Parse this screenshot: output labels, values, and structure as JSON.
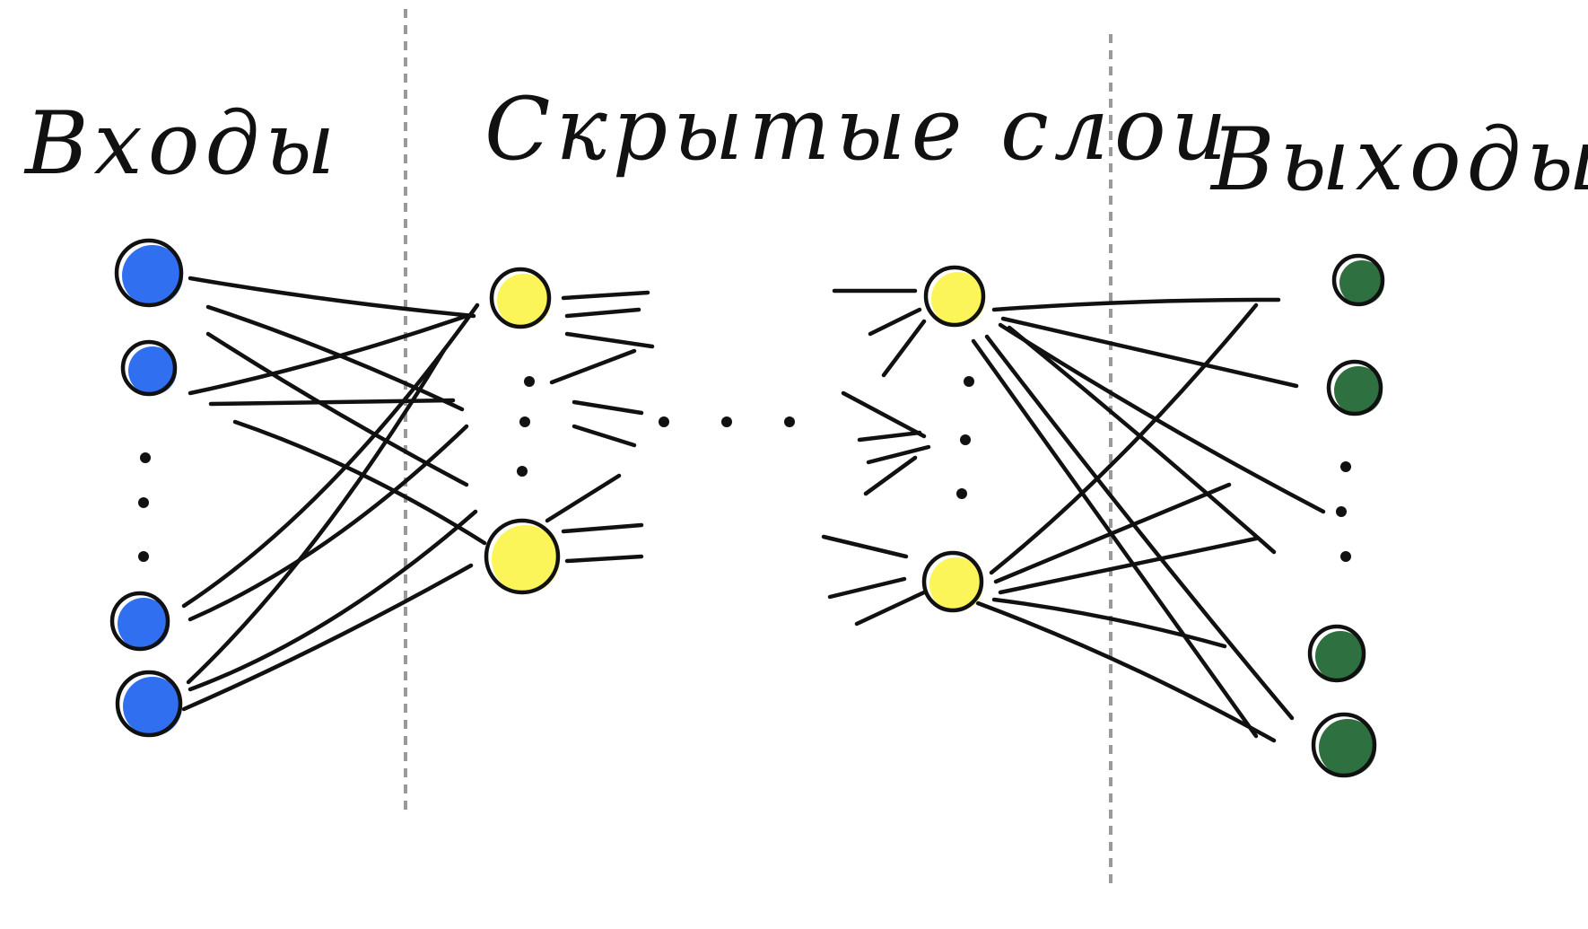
{
  "labels": {
    "inputs": "Входы",
    "hidden_layers": "Скрытые слои",
    "outputs": "Выходы"
  },
  "colors": {
    "input_node": "#2f6ff0",
    "hidden_node": "#fbf55a",
    "output_node": "#2e7040",
    "ink": "#111111",
    "divider": "#9a9a9a"
  }
}
